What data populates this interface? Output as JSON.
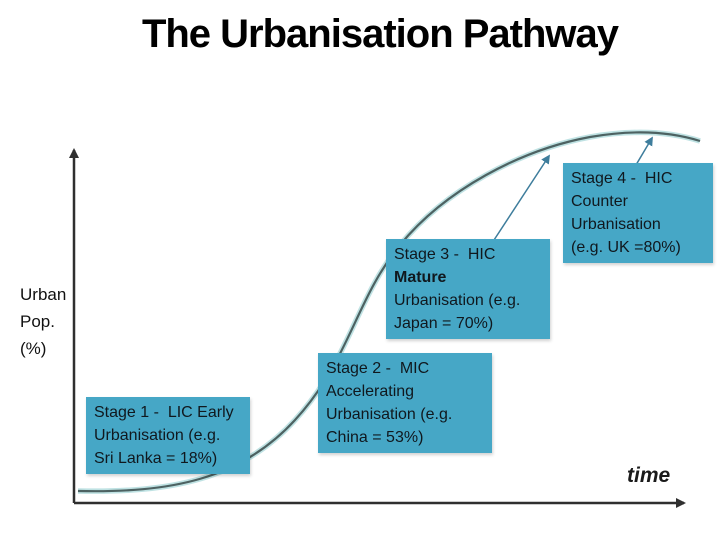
{
  "title": "The Urbanisation Pathway",
  "axes": {
    "y_label_lines": [
      "Urban",
      "Pop.",
      "(%)"
    ],
    "x_label": "time"
  },
  "stages": [
    {
      "label": "Stage 1",
      "lines": [
        "Stage 1 -  LIC Early",
        "Urbanisation (e.g.",
        "Sri Lanka = 18%)"
      ]
    },
    {
      "label": "Stage 2",
      "lines": [
        "Stage 2 -  MIC",
        "Accelerating",
        "Urbanisation (e.g.",
        "China = 53%)"
      ]
    },
    {
      "label": "Stage 3",
      "lines": [
        "Stage 3 -  HIC",
        "Mature",
        "Urbanisation (e.g.",
        "Japan = 70%)"
      ]
    },
    {
      "label": "Stage 4",
      "lines": [
        "Stage 4 -  HIC",
        "Counter",
        "Urbanisation",
        "(e.g. UK =80%)"
      ]
    }
  ],
  "chart_data": {
    "type": "line",
    "title": "The Urbanisation Pathway",
    "xlabel": "time",
    "ylabel": "Urban Pop. (%)",
    "curve_shape": "logistic S-curve: flat low start, steep rise in the middle, high plateau with a slight decline at the far right (counter-urbanisation)",
    "annotations": [
      {
        "stage": "Stage 1",
        "income_group": "LIC",
        "phase": "Early Urbanisation",
        "example_country": "Sri Lanka",
        "urban_pop_pct": 18
      },
      {
        "stage": "Stage 2",
        "income_group": "MIC",
        "phase": "Accelerating Urbanisation",
        "example_country": "China",
        "urban_pop_pct": 53
      },
      {
        "stage": "Stage 3",
        "income_group": "HIC",
        "phase": "Mature Urbanisation",
        "example_country": "Japan",
        "urban_pop_pct": 70
      },
      {
        "stage": "Stage 4",
        "income_group": "HIC",
        "phase": "Counter Urbanisation",
        "example_country": "UK",
        "urban_pop_pct": 80
      }
    ]
  },
  "colors": {
    "background": "#ffffff",
    "box_fill": "#46a7c6",
    "box_text": "#10181e",
    "axis": "#2f2f2f",
    "curve": "#4d6262",
    "curve_glow": "#a9d8da",
    "connector_arrow": "#3e7d9c",
    "title_text": "#000000"
  }
}
